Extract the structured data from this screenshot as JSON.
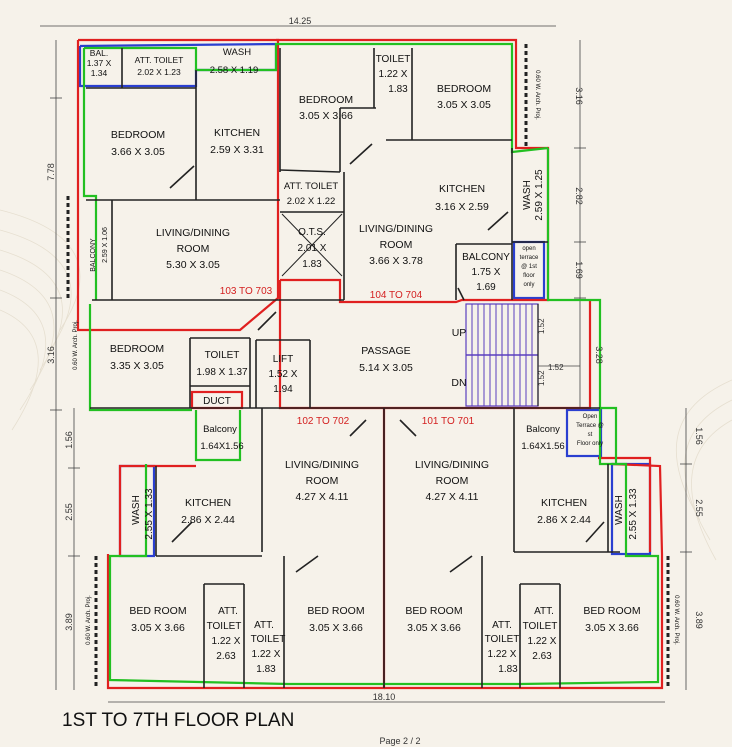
{
  "title": "1ST TO 7TH FLOOR PLAN",
  "footer_text": "Page 2 / 2",
  "dimensions": {
    "top": "14.25",
    "bottom": "18.10",
    "left_top": "7.78",
    "left_mid": "3.16",
    "left_a": "1.56",
    "left_b": "2.55",
    "left_c": "3.89",
    "right_a": "3.16",
    "right_b": "2.82",
    "right_c": "1.69",
    "right_d": "3.28",
    "right_e": "1.56",
    "right_f": "2.55",
    "right_g": "3.89",
    "stair_w": "1.52",
    "stair_h1": "1.52",
    "stair_h2": "1.52"
  },
  "rooms": {
    "bal": [
      "BAL.",
      "1.37 X",
      "1.34"
    ],
    "att_toilet_1": [
      "ATT. TOILET",
      "2.02 X 1.23"
    ],
    "wash_1": [
      "WASH",
      "2.58 X 1.19"
    ],
    "bedroom_1": [
      "BEDROOM",
      "3.05 X 3.66"
    ],
    "toilet_1": [
      "TOILET",
      "1.22 X",
      "1.83"
    ],
    "bedroom_2": [
      "BEDROOM",
      "3.05 X 3.05"
    ],
    "bedroom_3": [
      "BEDROOM",
      "3.66 X 3.05"
    ],
    "kitchen_1": [
      "KITCHEN",
      "2.59 X 3.31"
    ],
    "att_toilet_2": [
      "ATT. TOILET",
      "2.02 X 1.22"
    ],
    "kitchen_2": [
      "KITCHEN",
      "3.16 X 2.59"
    ],
    "wash_2": [
      "WASH",
      "2.59 X 1.25"
    ],
    "living_1": [
      "LIVING/DINING",
      "ROOM",
      "5.30 X 3.05"
    ],
    "balcony_v": [
      "BALCONY",
      "2.59 X 1.06"
    ],
    "ots": [
      "O.T.S.",
      "2.01 X",
      "1.83"
    ],
    "living_2": [
      "LIVING/DINING",
      "ROOM",
      "3.66 X 3.78"
    ],
    "balcony_1": [
      "BALCONY",
      "1.75 X",
      "1.69"
    ],
    "bedroom_4": [
      "BEDROOM",
      "3.35 X 3.05"
    ],
    "toilet_2": [
      "TOILET",
      "1.98 X 1.37"
    ],
    "lift": [
      "LIFT",
      "1.52 X",
      "1.94"
    ],
    "duct": [
      "DUCT"
    ],
    "passage": [
      "PASSAGE",
      "5.14 X 3.05"
    ],
    "balcony_2": [
      "Balcony",
      "1.64X1.56"
    ],
    "balcony_3": [
      "Balcony",
      "1.64X1.56"
    ],
    "living_3": [
      "LIVING/DINING",
      "ROOM",
      "4.27 X 4.11"
    ],
    "living_4": [
      "LIVING/DINING",
      "ROOM",
      "4.27 X 4.11"
    ],
    "kitchen_3": [
      "KITCHEN",
      "2.86 X 2.44"
    ],
    "kitchen_4": [
      "KITCHEN",
      "2.86 X 2.44"
    ],
    "wash_3": [
      "WASH",
      "2.55 X 1.33"
    ],
    "wash_4": [
      "WASH",
      "2.55 X 1.33"
    ],
    "bedroom_5": [
      "BED ROOM",
      "3.05 X 3.66"
    ],
    "att_toilet_3": [
      "ATT.",
      "TOILET",
      "1.22 X",
      "2.63"
    ],
    "att_toilet_4": [
      "ATT.",
      "TOILET",
      "1.22 X",
      "1.83"
    ],
    "bedroom_6": [
      "BED ROOM",
      "3.05 X 3.66"
    ],
    "bedroom_7": [
      "BED ROOM",
      "3.05 X 3.66"
    ],
    "att_toilet_5": [
      "ATT.",
      "TOILET",
      "1.22 X",
      "1.83"
    ],
    "att_toilet_6": [
      "ATT.",
      "TOILET",
      "1.22 X",
      "2.63"
    ],
    "bedroom_8": [
      "BED ROOM",
      "3.05 X 3.66"
    ]
  },
  "stairs": {
    "up": "UP",
    "dn": "DN"
  },
  "notes": {
    "open_terrace_1": [
      "open",
      "terrace",
      "@ 1st",
      "floor",
      "only"
    ],
    "open_terrace_2": [
      "Open",
      "Terrace @",
      "st",
      "Floor only"
    ],
    "arch_proj_top": "0.60 W. Arch. Proj.",
    "arch_proj_left": "0.60 W. Arch. Proj.",
    "arch_proj_bl": "0.60 W. Arch. Proj.",
    "arch_proj_br": "0.60 W. Arch. Proj."
  },
  "flat_labels": {
    "flat_103": "103 TO 703",
    "flat_104": "104 TO 704",
    "flat_102": "102 TO 702",
    "flat_101": "101 TO 701"
  },
  "colors": {
    "wall": "#222222",
    "red_outline": "#e02020",
    "green_outline": "#22c022",
    "blue_outline": "#2a3fd0",
    "stair": "#5a3fbf",
    "background": "#f6f2ea"
  }
}
